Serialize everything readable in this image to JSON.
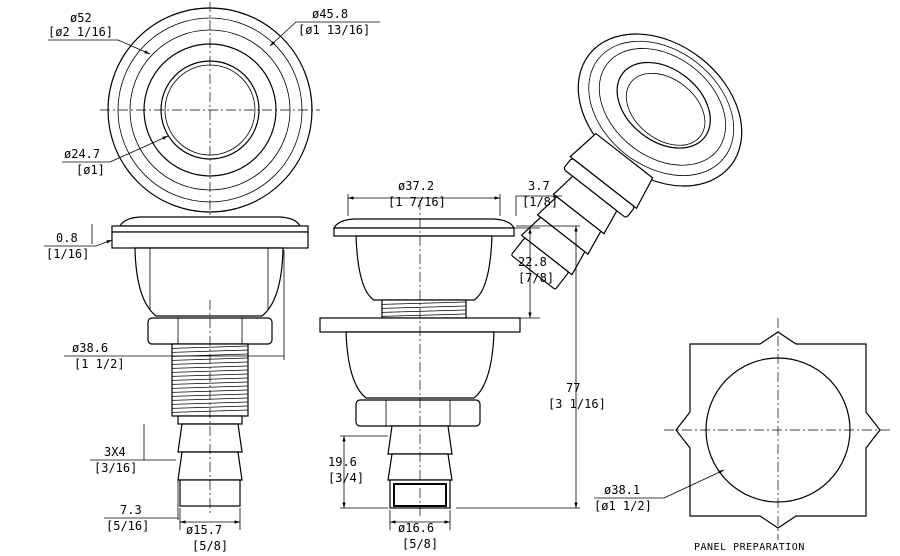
{
  "dimensions": {
    "top_outer_dia": {
      "mm": "ø52",
      "in": "[ø2 1/16]"
    },
    "top_mid_dia": {
      "mm": "ø45.8",
      "in": "[ø1 13/16]"
    },
    "top_bore_dia": {
      "mm": "ø24.7",
      "in": "[ø1]"
    },
    "flange_thickness": {
      "mm": "0.8",
      "in": "[1/16]"
    },
    "body_dia": {
      "mm": "ø38.6",
      "in": "[1 1/2]"
    },
    "barb_step": {
      "mm": "3X4",
      "in": "[3/16]"
    },
    "barb_tip": {
      "mm": "7.3",
      "in": "[5/16]"
    },
    "hose_dia_front": {
      "mm": "ø15.7",
      "in": "[5/8]"
    },
    "flange_dia_side": {
      "mm": "ø37.2",
      "in": "[1 7/16]"
    },
    "flange_height": {
      "mm": "3.7",
      "in": "[1/8]"
    },
    "body_depth": {
      "mm": "22.8",
      "in": "[7/8]"
    },
    "overall_length": {
      "mm": "77",
      "in": "[3 1/16]"
    },
    "barb_length": {
      "mm": "19.6",
      "in": "[3/4]"
    },
    "hose_dia_side": {
      "mm": "ø16.6",
      "in": "[5/8]"
    },
    "panel_hole_dia": {
      "mm": "ø38.1",
      "in": "[ø1 1/2]"
    }
  },
  "panel_caption": "PANEL PREPARATION"
}
